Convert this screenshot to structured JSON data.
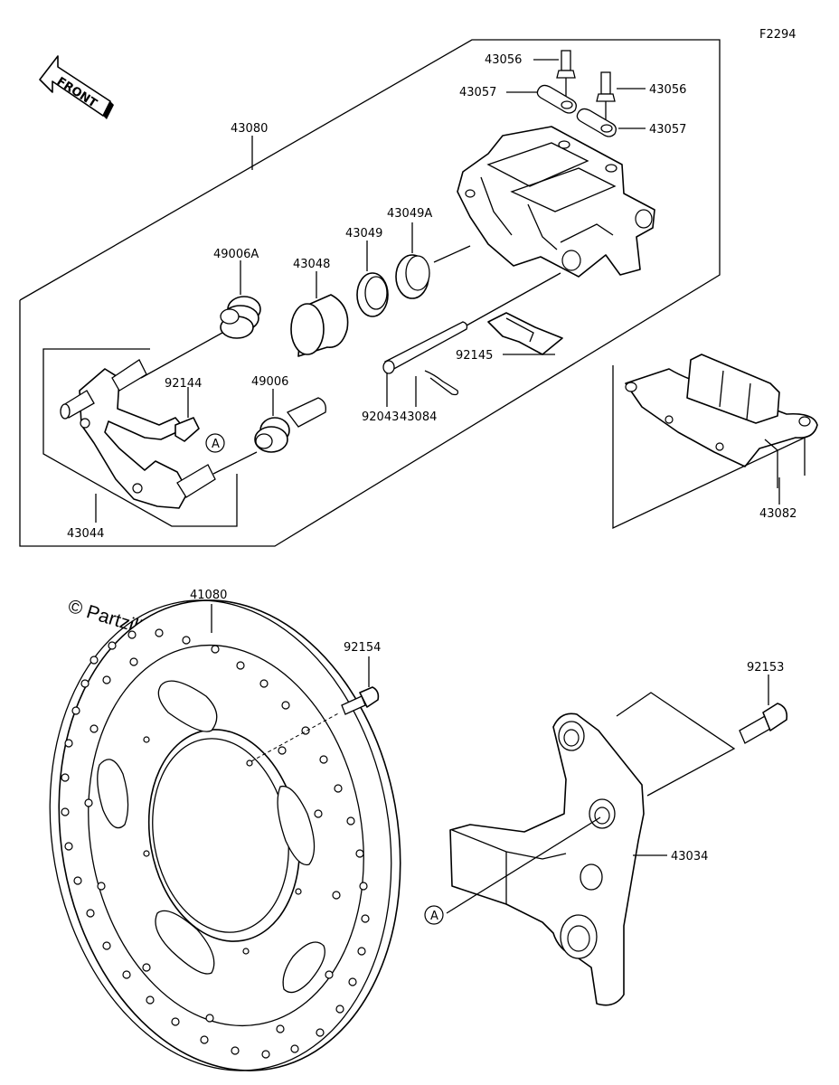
{
  "figure_code": "F2294",
  "front_arrow": {
    "label": "FRONT"
  },
  "watermark": "© Partzilla.com",
  "callout_marker": "A",
  "parts": {
    "p43080": "43080",
    "p43056_a": "43056",
    "p43056_b": "43056",
    "p43057_a": "43057",
    "p43057_b": "43057",
    "p43049A": "43049A",
    "p43049": "43049",
    "p43048": "43048",
    "p49006A": "49006A",
    "p92144": "92144",
    "p49006": "49006",
    "p92043": "92043",
    "p43084": "43084",
    "p92145": "92145",
    "p43044": "43044",
    "p43082": "43082",
    "p41080": "41080",
    "p92154": "92154",
    "p92153": "92153",
    "p43034": "43034"
  },
  "icons": [
    "front-direction-arrow",
    "callout-circle-a"
  ]
}
